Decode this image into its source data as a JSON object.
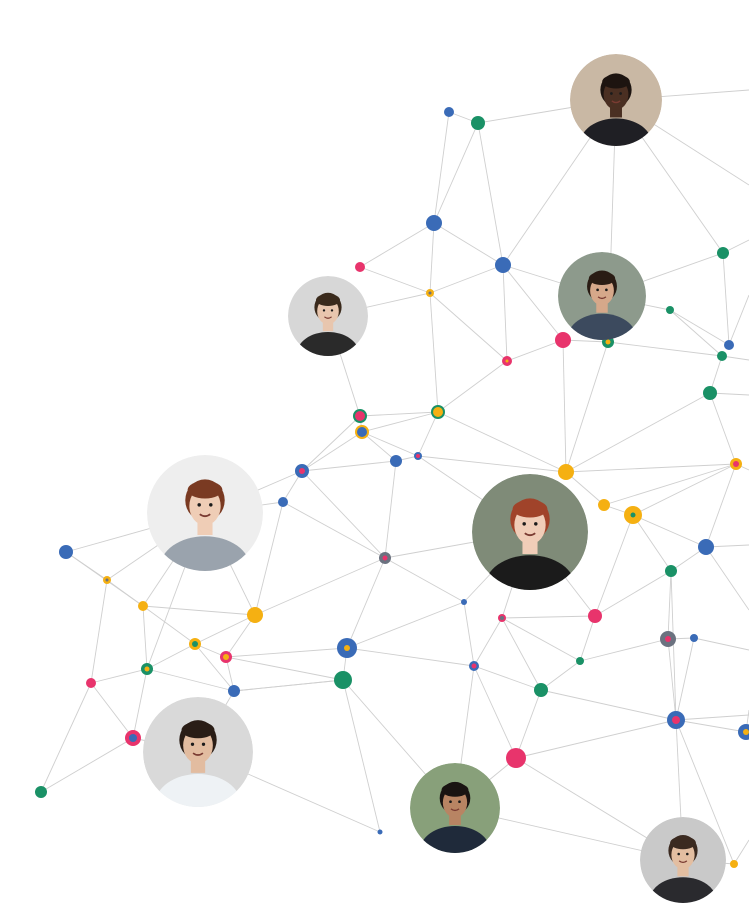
{
  "network": {
    "colors": {
      "blue": "#3a6bb7",
      "green": "#1a9166",
      "yellow": "#f5b012",
      "red": "#e8346c",
      "gray": "#6b7280",
      "edge": "#cfcfcf"
    },
    "avatar_count": 8,
    "avatars": [
      {
        "name": "avatar-man-smiling-top",
        "bg": "#c9b8a4",
        "skin": "#4a2f22",
        "hair": "#1d1410",
        "shirt": "#1f1f24"
      },
      {
        "name": "avatar-man-beard-center",
        "bg": "#8d9a8c",
        "skin": "#d6a88a",
        "hair": "#2a1c14",
        "shirt": "#3c4a5e"
      },
      {
        "name": "avatar-woman-long-hair",
        "bg": "#d7d7d7",
        "skin": "#e8c6ae",
        "hair": "#3a2a1c",
        "shirt": "#2a2a2a"
      },
      {
        "name": "avatar-woman-red-hair-left",
        "bg": "#eeeeee",
        "skin": "#efcdb6",
        "hair": "#7a3a22",
        "shirt": "#9aa3ad"
      },
      {
        "name": "avatar-woman-red-hair-center",
        "bg": "#7f8b78",
        "skin": "#f0cdb8",
        "hair": "#a0432a",
        "shirt": "#1b1b1b"
      },
      {
        "name": "avatar-man-shirt-bottom-left",
        "bg": "#d9d9d9",
        "skin": "#e2bca0",
        "hair": "#2a1d16",
        "shirt": "#eef2f5"
      },
      {
        "name": "avatar-man-laughing-bottom",
        "bg": "#88a07a",
        "skin": "#b88463",
        "hair": "#1a1412",
        "shirt": "#1f2a3a"
      },
      {
        "name": "avatar-man-bottom-right",
        "bg": "#c9c9c9",
        "skin": "#e3bea1",
        "hair": "#3b2a20",
        "shirt": "#2a2a2e"
      }
    ]
  }
}
